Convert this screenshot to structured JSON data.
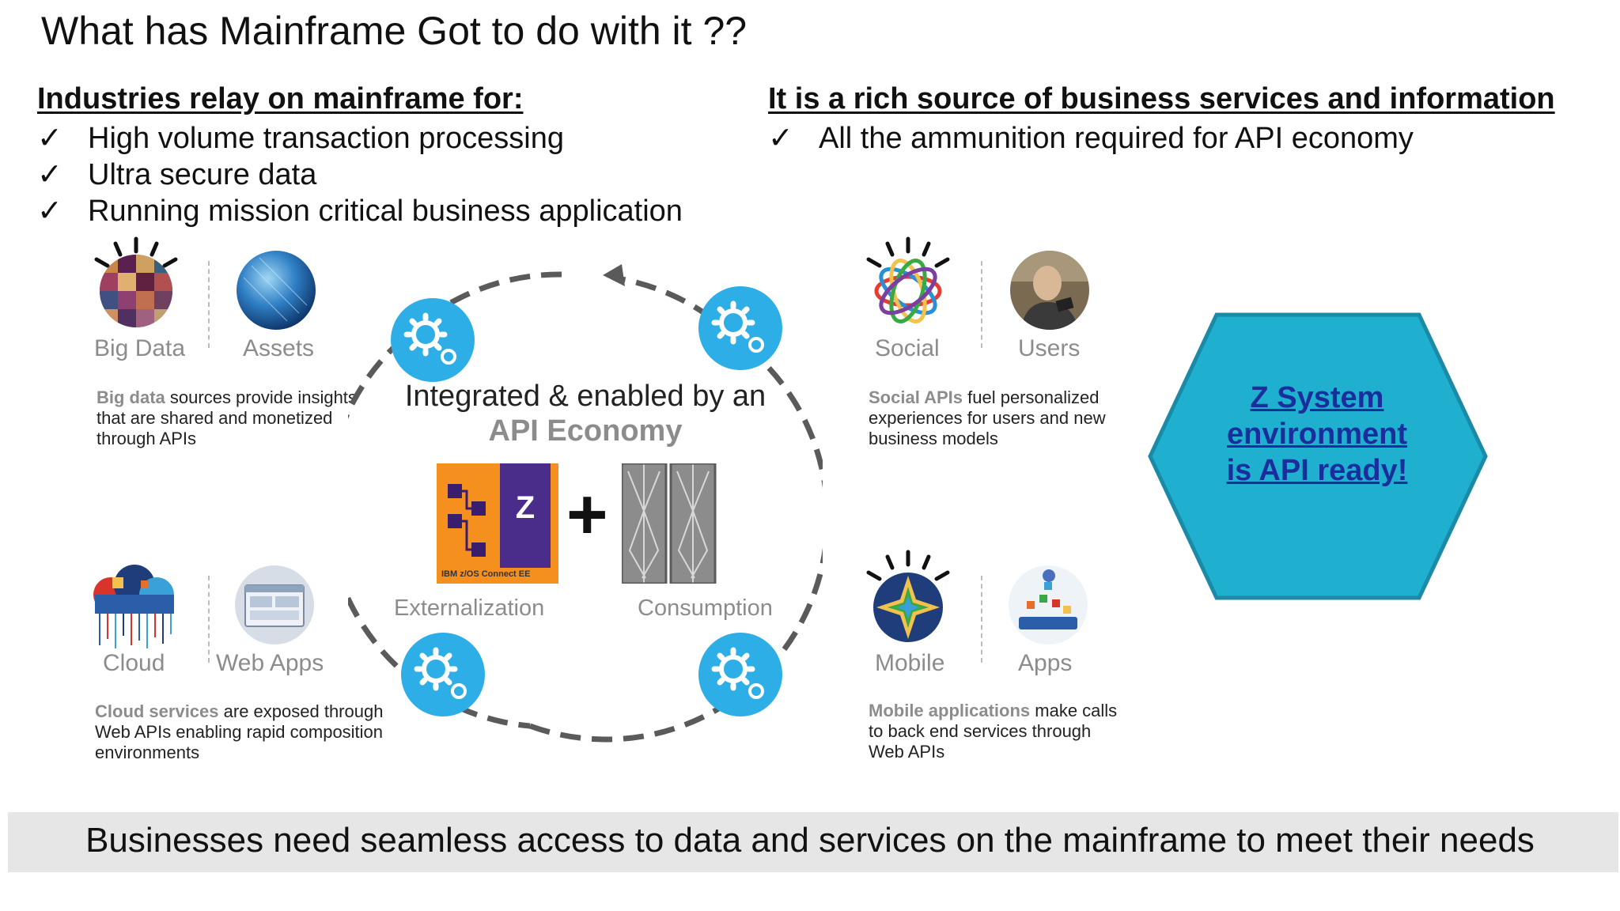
{
  "title": "What has Mainframe Got to do with it ??",
  "left_block": {
    "heading": "Industries relay on mainframe for:",
    "items": [
      "High volume transaction processing",
      "Ultra secure data",
      "Running mission critical business application"
    ]
  },
  "right_block": {
    "heading": "It is a rich source of business services and information",
    "items": [
      "All the ammunition required for API economy"
    ]
  },
  "check_mark": "✓",
  "tiles": {
    "big_data": "Big Data",
    "assets": "Assets",
    "cloud": "Cloud",
    "web_apps": "Web Apps",
    "social": "Social",
    "users": "Users",
    "mobile": "Mobile",
    "apps": "Apps"
  },
  "descriptions": {
    "big_data": {
      "lead": "Big data",
      "rest": " sources provide insights that are shared and monetized through APIs"
    },
    "cloud": {
      "lead": "Cloud services",
      "rest": " are exposed through Web APIs enabling rapid composition environments"
    },
    "social": {
      "lead": "Social APIs",
      "rest": " fuel personalized experiences for users and new business models"
    },
    "mobile": {
      "lead": "Mobile applications",
      "rest": " make calls to back end services through Web APIs"
    }
  },
  "center": {
    "line1": "Integrated & enabled by an",
    "line2": "API Economy",
    "externalization": "Externalization",
    "consumption": "Consumption",
    "product_label": "IBM z/OS Connect EE",
    "product_letter": "Z",
    "plus": "+"
  },
  "hexagon": {
    "line1": "Z System",
    "line2": "environment",
    "line3": "is API ready!",
    "color": "#1fb0cf"
  },
  "footer": "Businesses need seamless access to data and services on the mainframe to meet their needs",
  "colors": {
    "gear_blue": "#2eaee6",
    "zconnect_orange": "#f5901e",
    "zconnect_purple": "#4a2c8a"
  }
}
